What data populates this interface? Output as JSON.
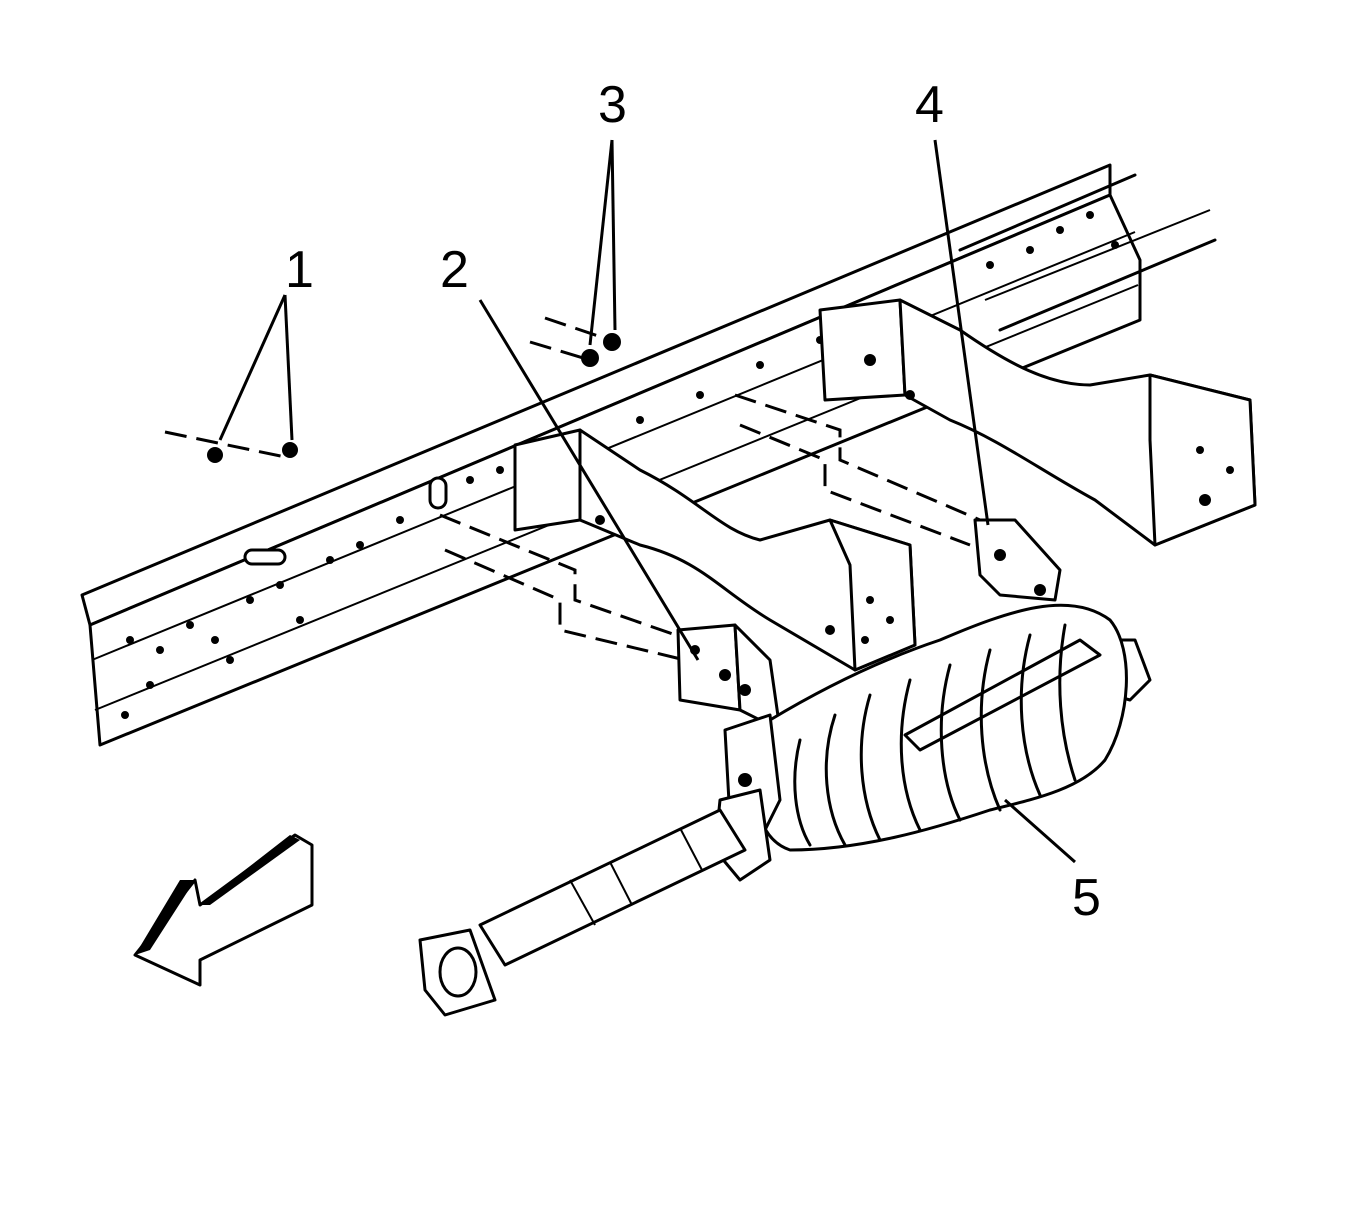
{
  "callouts": [
    {
      "id": "1",
      "label": "1"
    },
    {
      "id": "2",
      "label": "2"
    },
    {
      "id": "3",
      "label": "3"
    },
    {
      "id": "4",
      "label": "4"
    },
    {
      "id": "5",
      "label": "5"
    }
  ],
  "icons": {
    "direction_arrow": "front-direction-arrow-icon"
  },
  "colors": {
    "line": "#000000",
    "background": "#ffffff"
  }
}
